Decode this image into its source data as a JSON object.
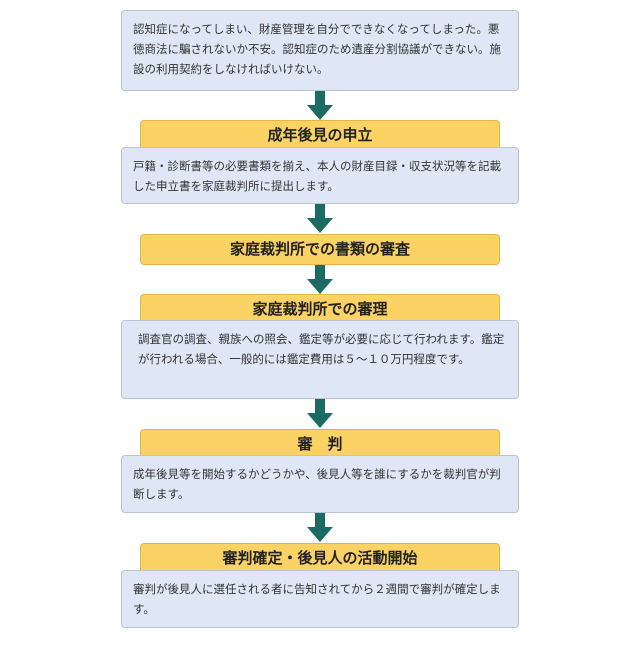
{
  "colors": {
    "box_fill": "#dfe7f6",
    "box_border": "#b9c3d4",
    "step_fill": "#fbd364",
    "step_border": "#e2b546",
    "arrow": "#1c6b63"
  },
  "intro": {
    "text": "認知症になってしまい、財産管理を自分でできなくなってしまった。悪徳商法に騙されないか不安。認知症のため遺産分割協議ができない。施設の利用契約をしなければいけない。"
  },
  "steps": [
    {
      "title": "成年後見の申立",
      "description": "戸籍・診断書等の必要書類を揃え、本人の財産目録・収支状況等を記載した申立書を家庭裁判所に提出します。"
    },
    {
      "title": "家庭裁判所での書類の審査",
      "description": ""
    },
    {
      "title": "家庭裁判所での審理",
      "description": "調査官の調査、親族への照会、鑑定等が必要に応じて行われます。鑑定が行われる場合、一般的には鑑定費用は５～１０万円程度です。"
    },
    {
      "title": "審　判",
      "description": "成年後見等を開始するかどうかや、後見人等を誰にするかを裁判官が判断します。"
    },
    {
      "title": "審判確定・後見人の活動開始",
      "description": "審判が後見人に選任される者に告知されてから２週間で審判が確定します。"
    }
  ]
}
